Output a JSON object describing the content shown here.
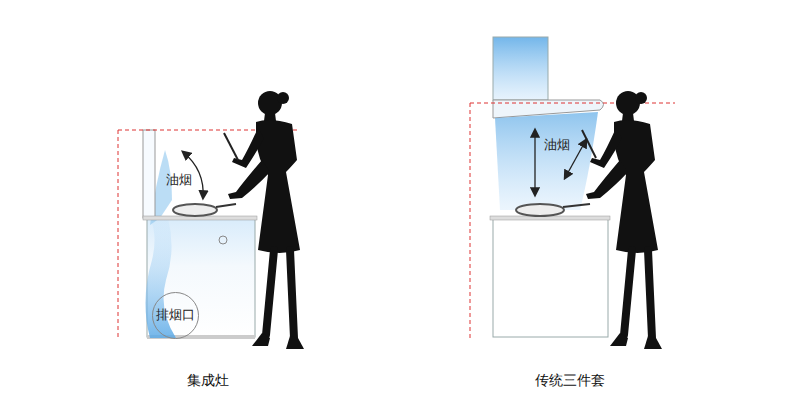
{
  "diagram": {
    "nodes": [
      {
        "text": [
          "排烟口"
        ]
      }
    ],
    "labels": [
      "油烟",
      "集成灶",
      "油烟",
      "传统三件套"
    ]
  }
}
